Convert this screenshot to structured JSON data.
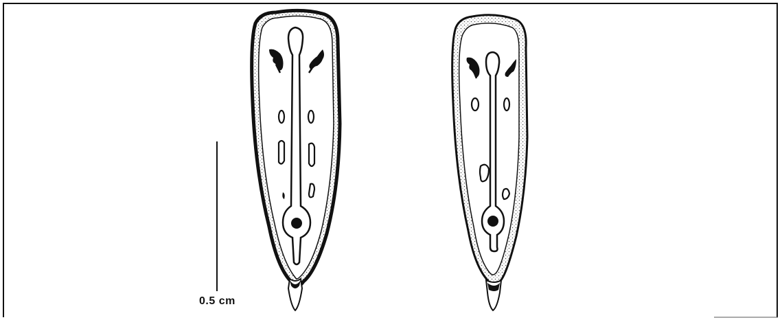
{
  "scale_bar": {
    "label": "0.5 cm"
  },
  "colors": {
    "ink": "#111111",
    "paper": "#ffffff",
    "stipple": "#555555"
  },
  "specimens": [
    {
      "name": "left"
    },
    {
      "name": "right"
    }
  ]
}
